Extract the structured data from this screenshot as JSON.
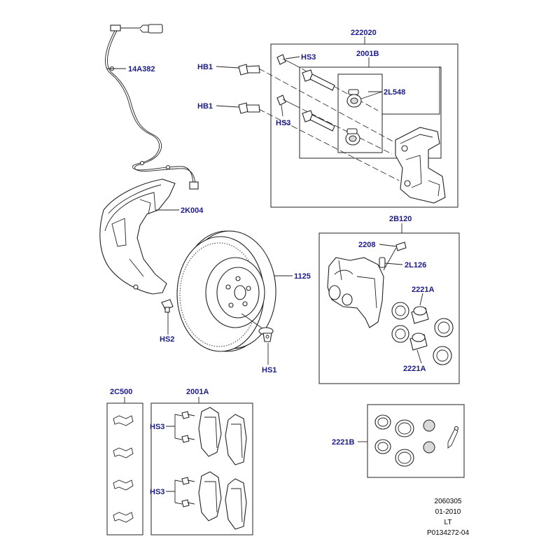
{
  "labels": {
    "sensor": "14A382",
    "shield": "2K004",
    "disc": "1125",
    "shield_screw": "HS2",
    "disc_screw": "HS1",
    "carrier_kit": "222020",
    "guide_pin_kit": "2001B",
    "boot": "2L548",
    "hb1_top": "HB1",
    "hb1_bottom": "HB1",
    "hs3_top": "HS3",
    "hs3_bottom": "HS3",
    "caliper": "2B120",
    "bleed_screw": "2208",
    "bleed_cap": "2L126",
    "piston_upper": "2221A",
    "piston_lower": "2221A",
    "clip_kit": "2C500",
    "pad_kit": "2001A",
    "pad_hs3_top": "HS3",
    "pad_hs3_bottom": "HS3",
    "seal_kit": "2221B"
  },
  "footer": {
    "line1": "2060305",
    "line2": "01-2010",
    "line3": "LT",
    "line4": "P0134272-04"
  }
}
